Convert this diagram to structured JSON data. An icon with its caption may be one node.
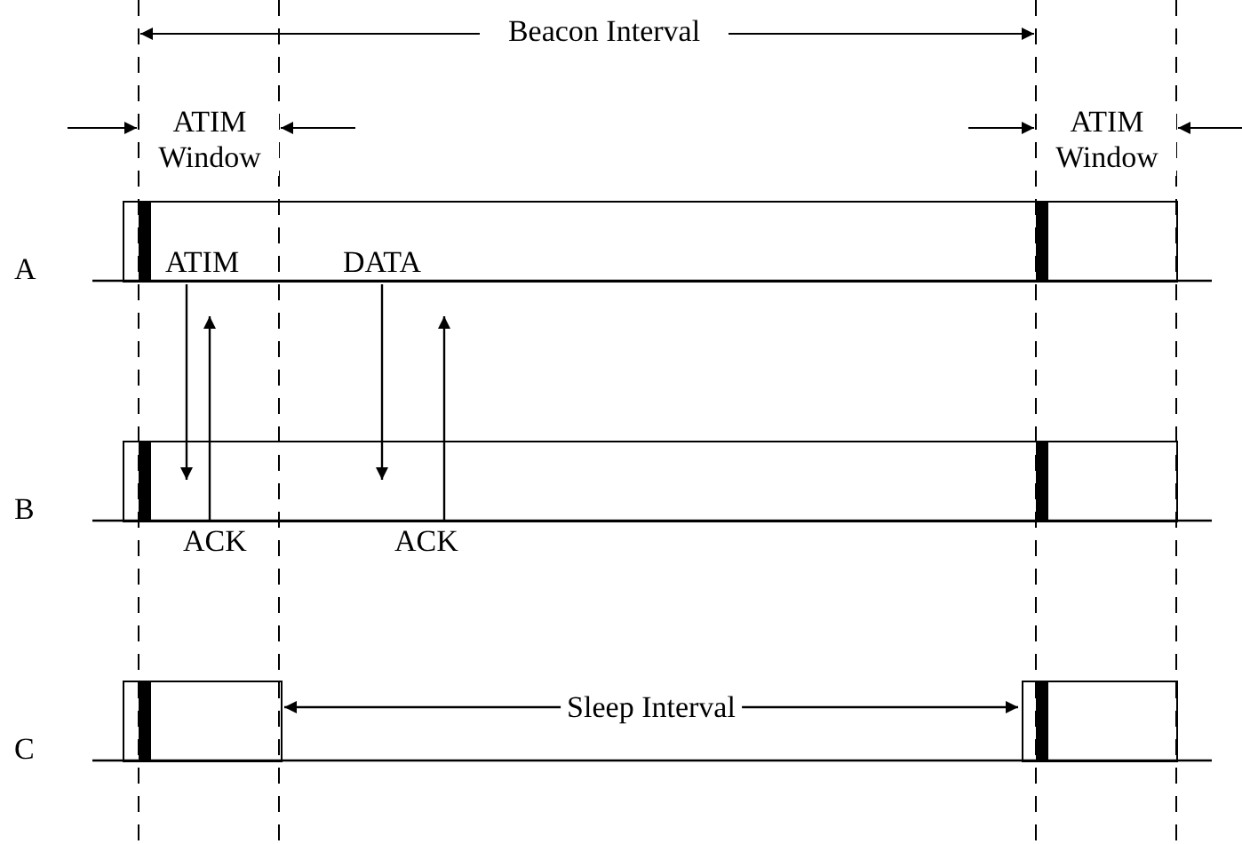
{
  "diagram": {
    "nodes": [
      {
        "text": [],
        "shape": "bar",
        "beside": [
          "A"
        ]
      },
      {
        "text": [],
        "shape": "bar",
        "beside": [
          "B"
        ]
      },
      {
        "text": [],
        "shape": "bar",
        "beside": [
          "C"
        ]
      },
      {
        "text": [],
        "shape": "bar"
      }
    ],
    "edges": [
      {
        "from": 0,
        "to": 1,
        "arrow": "to",
        "label": "ATIM"
      },
      {
        "from": 1,
        "to": 0,
        "arrow": "to",
        "label": "ACK"
      },
      {
        "from": 0,
        "to": 1,
        "arrow": "to",
        "label": "DATA"
      },
      {
        "from": 1,
        "to": 0,
        "arrow": "to",
        "label": "ACK"
      },
      {
        "from": 2,
        "to": 3,
        "arrow": "both",
        "label": "Sleep Interval"
      }
    ],
    "labels": [
      "Beacon Interval",
      "ATIM Window",
      "ATIM Window"
    ]
  }
}
